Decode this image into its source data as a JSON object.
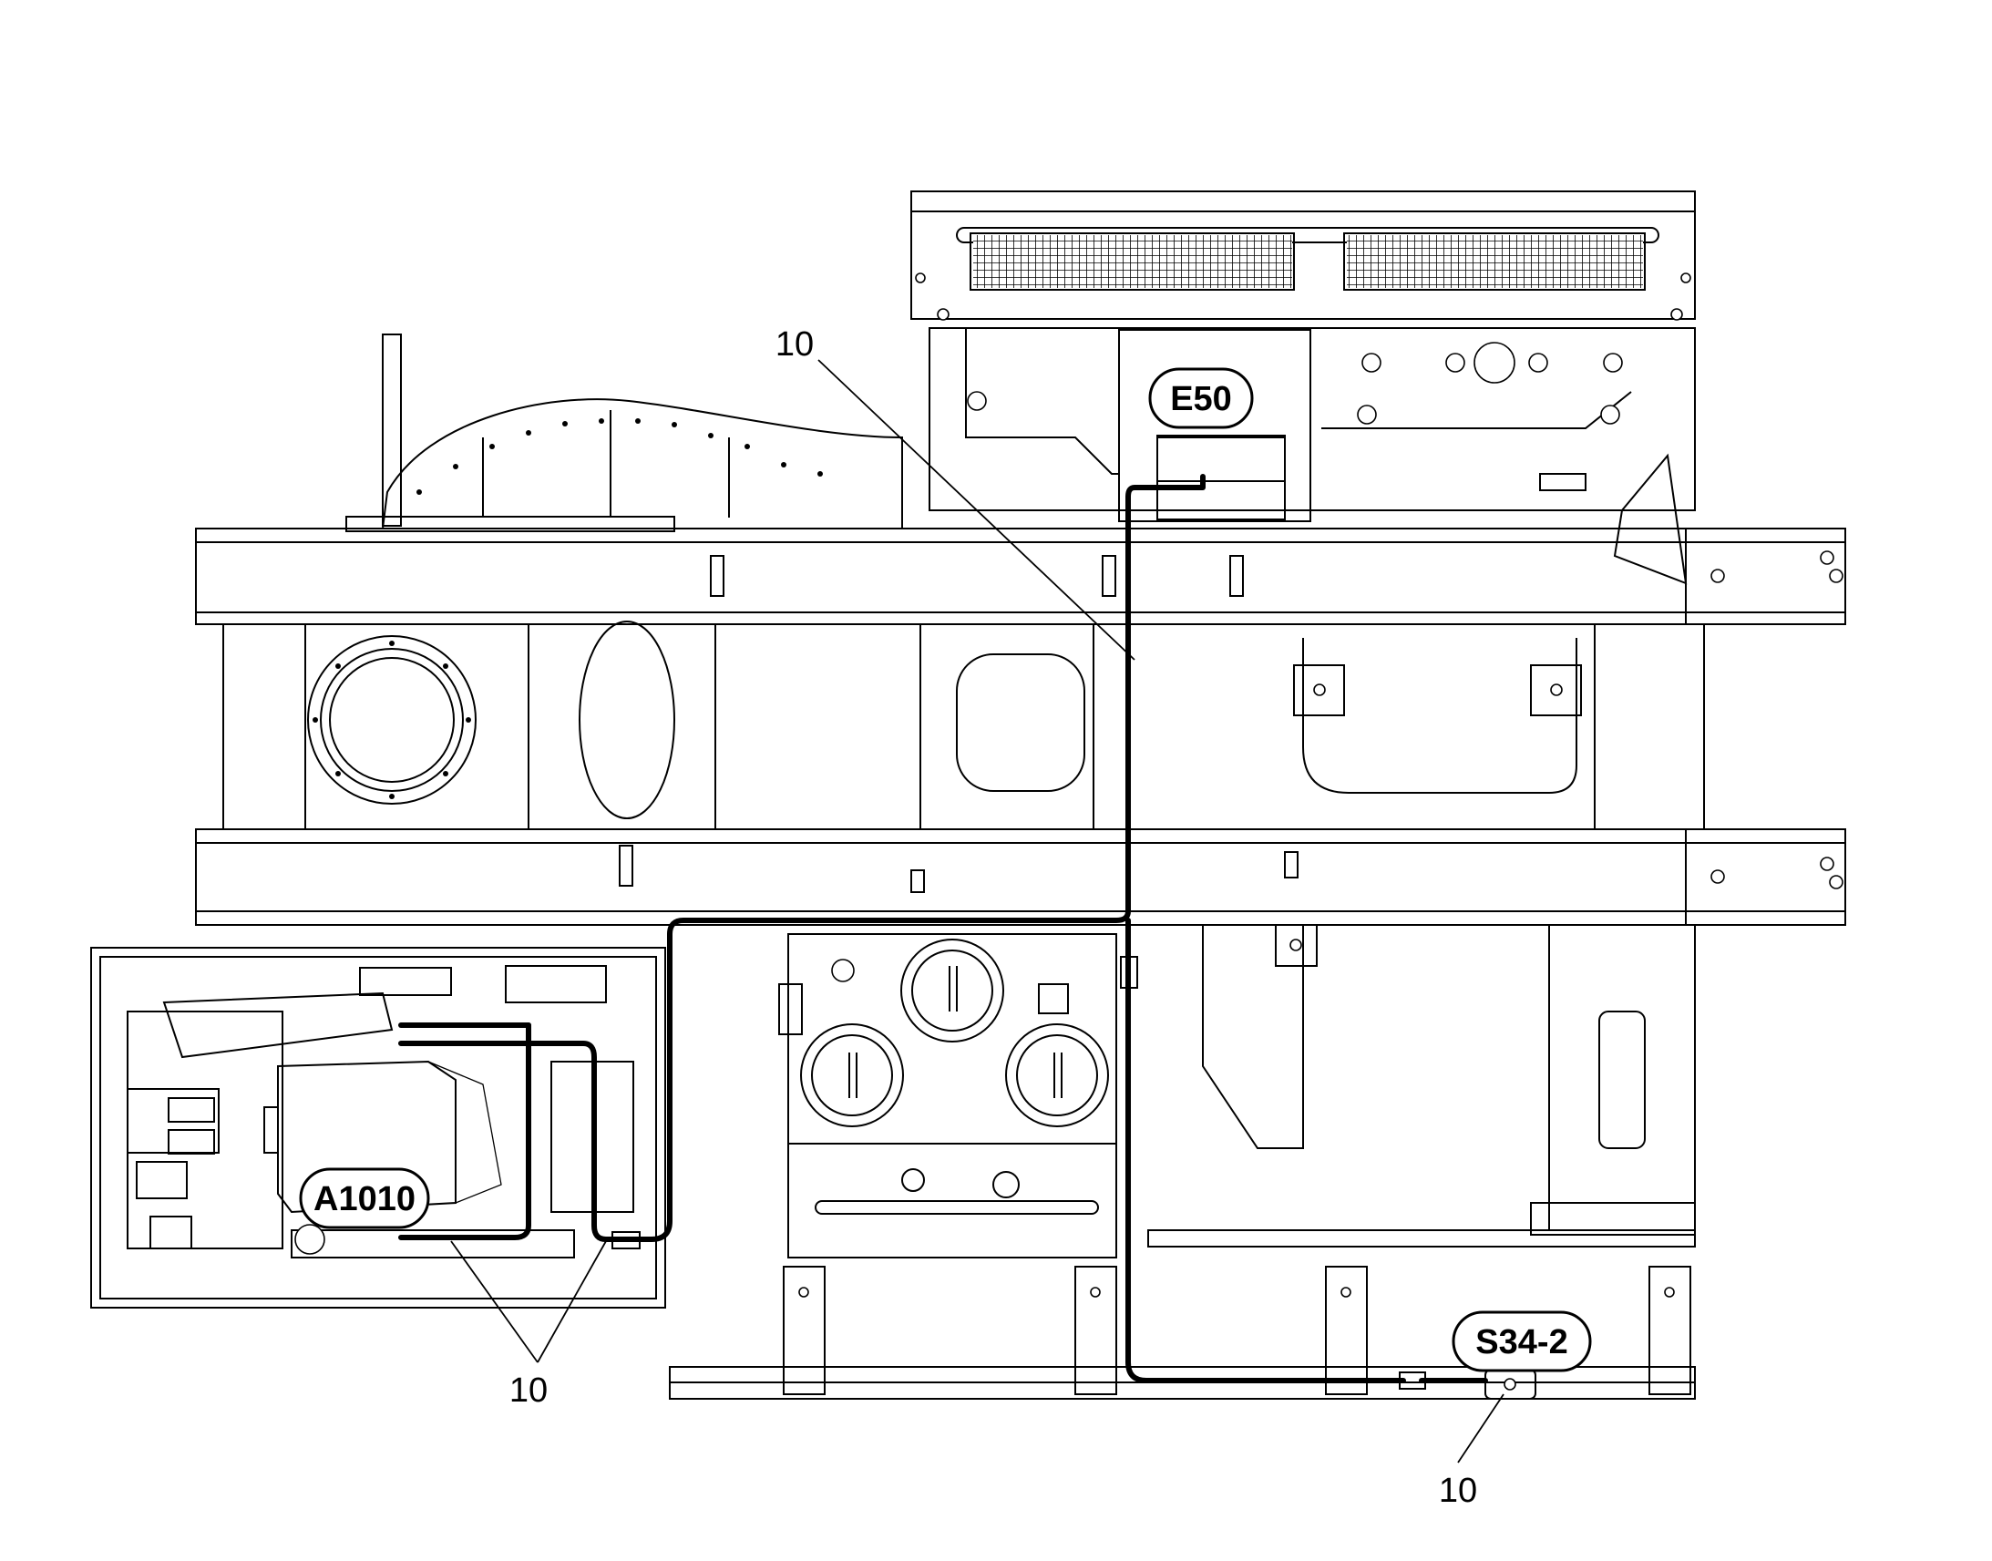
{
  "labels": {
    "e50": "E50",
    "a1010": "A1010",
    "s34_2": "S34-2"
  },
  "callouts": {
    "top": "10",
    "bottom_left": "10",
    "bottom_right": "10"
  }
}
